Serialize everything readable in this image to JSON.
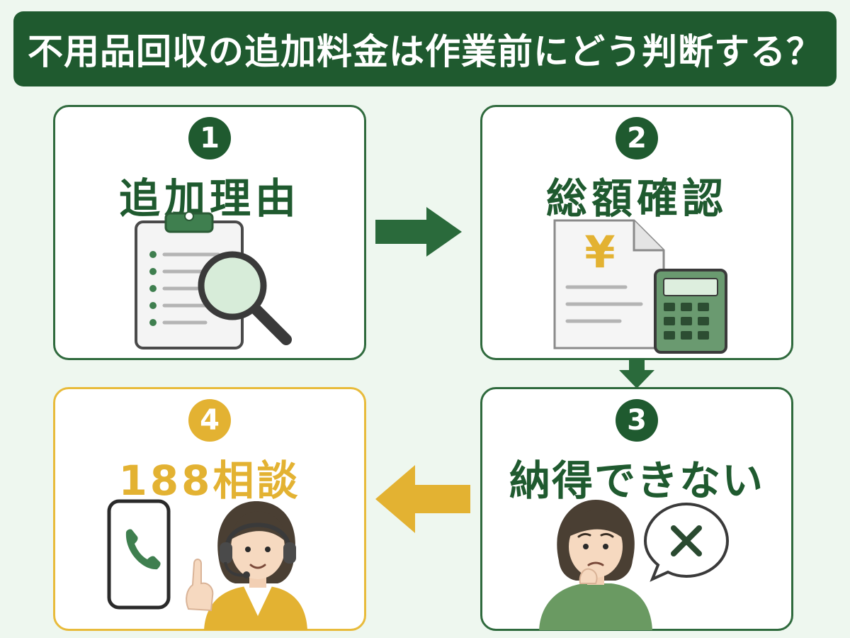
{
  "title": "不用品回収の追加料金は作業前にどう判断する？",
  "steps": [
    {
      "number": "1",
      "label": "追加理由",
      "icon": "clipboard-magnifier-icon"
    },
    {
      "number": "2",
      "label": "総額確認",
      "icon": "yen-document-calculator-icon"
    },
    {
      "number": "3",
      "label": "納得できない",
      "icon": "confused-person-x-icon"
    },
    {
      "number": "4",
      "label": "188相談",
      "icon": "phone-operator-icon"
    }
  ],
  "colors": {
    "primary": "#1f5a2f",
    "accent": "#e3b232",
    "background": "#eef7ef"
  }
}
